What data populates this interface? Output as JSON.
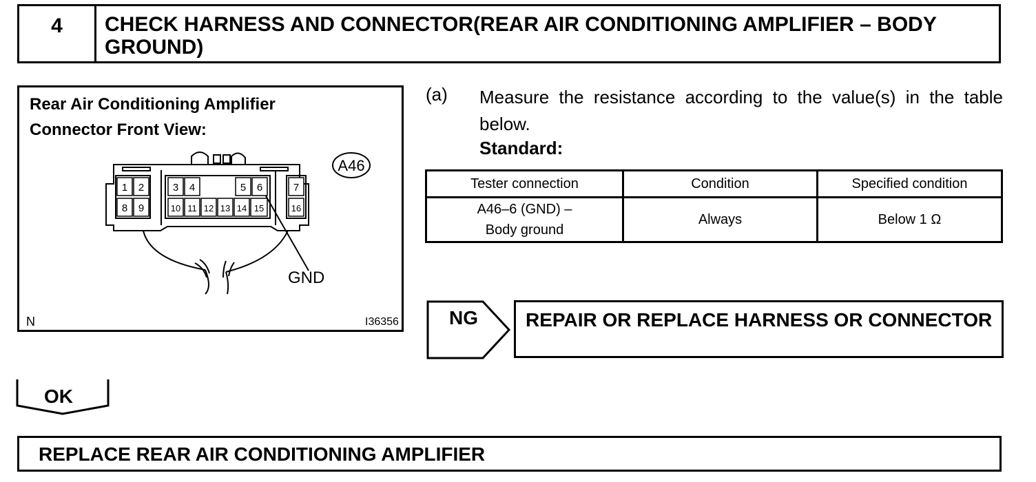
{
  "step": {
    "number": "4",
    "title": "CHECK HARNESS AND CONNECTOR(REAR AIR CONDITIONING AMPLIFIER – BODY GROUND)"
  },
  "figure": {
    "title_line1": "Rear Air Conditioning Amplifier",
    "title_line2": "Connector Front View:",
    "connector_id": "A46",
    "pins": [
      "1",
      "2",
      "3",
      "4",
      "5",
      "6",
      "7",
      "8",
      "9",
      "10",
      "11",
      "12",
      "13",
      "14",
      "15",
      "16"
    ],
    "callout": "GND",
    "corner_label": "N",
    "ref_code": "I36356"
  },
  "instruction": {
    "marker": "(a)",
    "text": "Measure the resistance according to the value(s) in the table below.",
    "standard_label": "Standard:"
  },
  "table": {
    "headers": [
      "Tester connection",
      "Condition",
      "Specified condition"
    ],
    "rows": [
      {
        "connection_line1": "A46–6 (GND) –",
        "connection_line2": "Body ground",
        "condition": "Always",
        "specified": "Below 1 Ω"
      }
    ]
  },
  "ng": {
    "label": "NG",
    "action": "REPAIR OR REPLACE HARNESS OR CONNECTOR"
  },
  "ok": {
    "label": "OK"
  },
  "final_action": "REPLACE REAR AIR CONDITIONING AMPLIFIER"
}
